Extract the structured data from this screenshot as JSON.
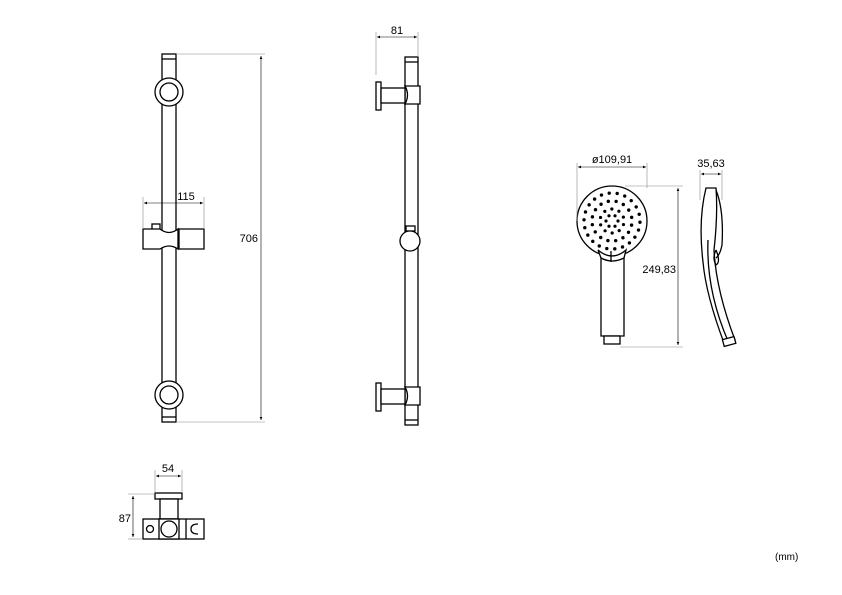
{
  "dimensions": {
    "slider_width": "115",
    "rail_height": "706",
    "projection": "81",
    "head_diameter": "ø109,91",
    "shower_length": "249,83",
    "shower_depth": "35,63",
    "bracket_width": "54",
    "bracket_height": "87"
  },
  "unit_label": "(mm)"
}
